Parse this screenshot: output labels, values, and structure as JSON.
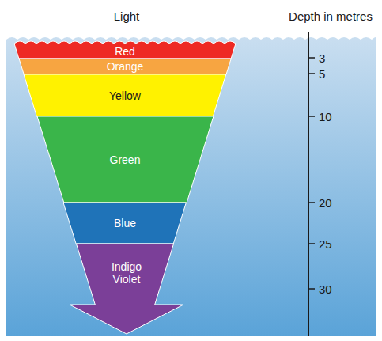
{
  "diagram": {
    "nodes": [
      {
        "text": [
          "Red"
        ]
      },
      {
        "text": [
          "Orange"
        ]
      },
      {
        "text": [
          "Yellow"
        ]
      },
      {
        "text": [
          "Green"
        ]
      },
      {
        "text": [
          "Blue"
        ]
      },
      {
        "text": [
          "Indigo Violet"
        ]
      }
    ],
    "labels": [
      "Light",
      "Depth in metres",
      "3",
      "5",
      "10",
      "20",
      "25",
      "30"
    ]
  }
}
